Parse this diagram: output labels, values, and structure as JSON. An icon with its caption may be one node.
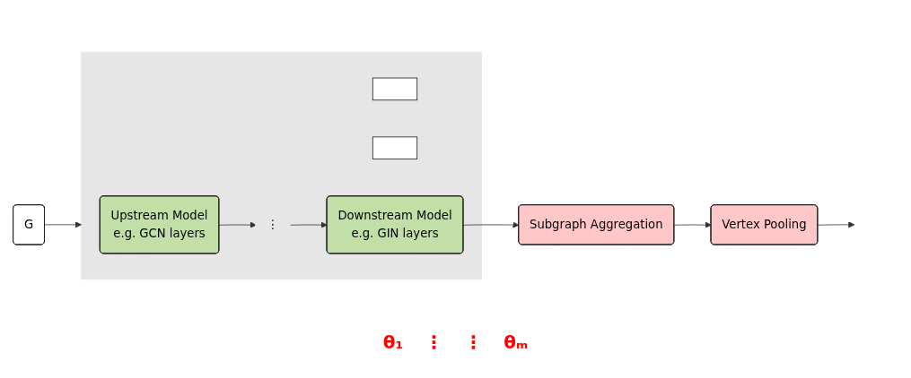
{
  "diagram": {
    "nodes": [
      {
        "text": [
          "G"
        ]
      },
      {
        "text": [],
        "shape": "box"
      },
      {
        "text": [
          "Upstream Model",
          "e.g. GCN layers"
        ],
        "in": 1
      },
      {
        "text": [],
        "shape": "box",
        "in": 1
      },
      {
        "text": [
          "⋮"
        ],
        "in": 1
      },
      {
        "text": [],
        "shape": "box",
        "in": 1
      },
      {
        "text": [
          "Downstream Model",
          "e.g. GIN layers"
        ],
        "in": 1
      },
      {
        "text": [
          "Subgraph Aggregation"
        ]
      },
      {
        "text": [
          "Vertex Pooling"
        ]
      }
    ],
    "edges": [
      {
        "from": 0,
        "to": 1,
        "arrow": "to"
      },
      {
        "from": 2,
        "to": 4,
        "arrow": "to"
      },
      {
        "from": 4,
        "to": 6,
        "arrow": "to"
      },
      {
        "from": 6,
        "to": 7,
        "arrow": "to"
      },
      {
        "from": 7,
        "to": 8,
        "arrow": "to"
      },
      {
        "from": 8,
        "to": null,
        "arrow": "to"
      }
    ],
    "labels": [
      "θ₁",
      "⋮",
      "⋮",
      "θₘ"
    ]
  }
}
